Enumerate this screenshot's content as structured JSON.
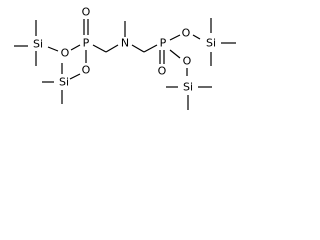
{
  "molecule": {
    "atoms": {
      "p_left": "P",
      "p_right": "P",
      "n_center": "N",
      "o_left_double": "O",
      "o_left_ester_1": "O",
      "o_left_ester_2": "O",
      "o_right_double": "O",
      "o_right_ester_1": "O",
      "o_right_ester_2": "O",
      "si_1": "Si",
      "si_2": "Si",
      "si_3": "Si",
      "si_4": "Si"
    },
    "colors": {
      "bond": "#000000",
      "label": "#000000",
      "background": "#ffffff"
    }
  }
}
